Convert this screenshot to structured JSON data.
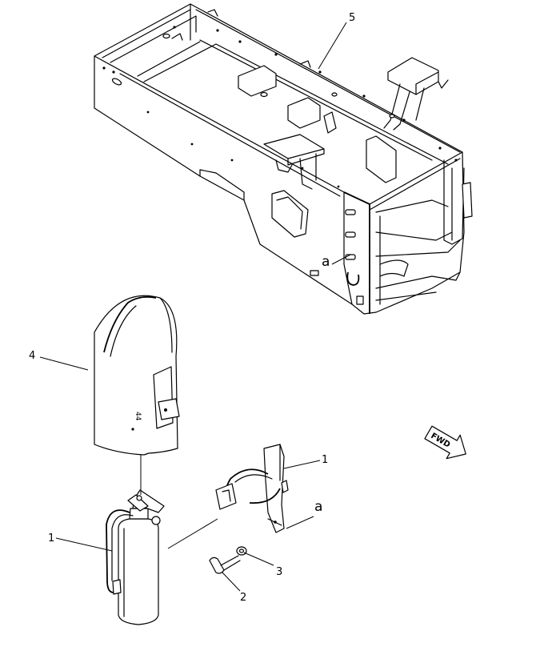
{
  "diagram": {
    "callouts": {
      "frame": "5",
      "cover": "4",
      "bracket": "1",
      "extinguisher": "1",
      "bolt": "2",
      "washer": "3",
      "ref_frame": "a",
      "ref_bracket": "a"
    },
    "cover_stencil": "44",
    "direction_arrow": "FWD"
  }
}
